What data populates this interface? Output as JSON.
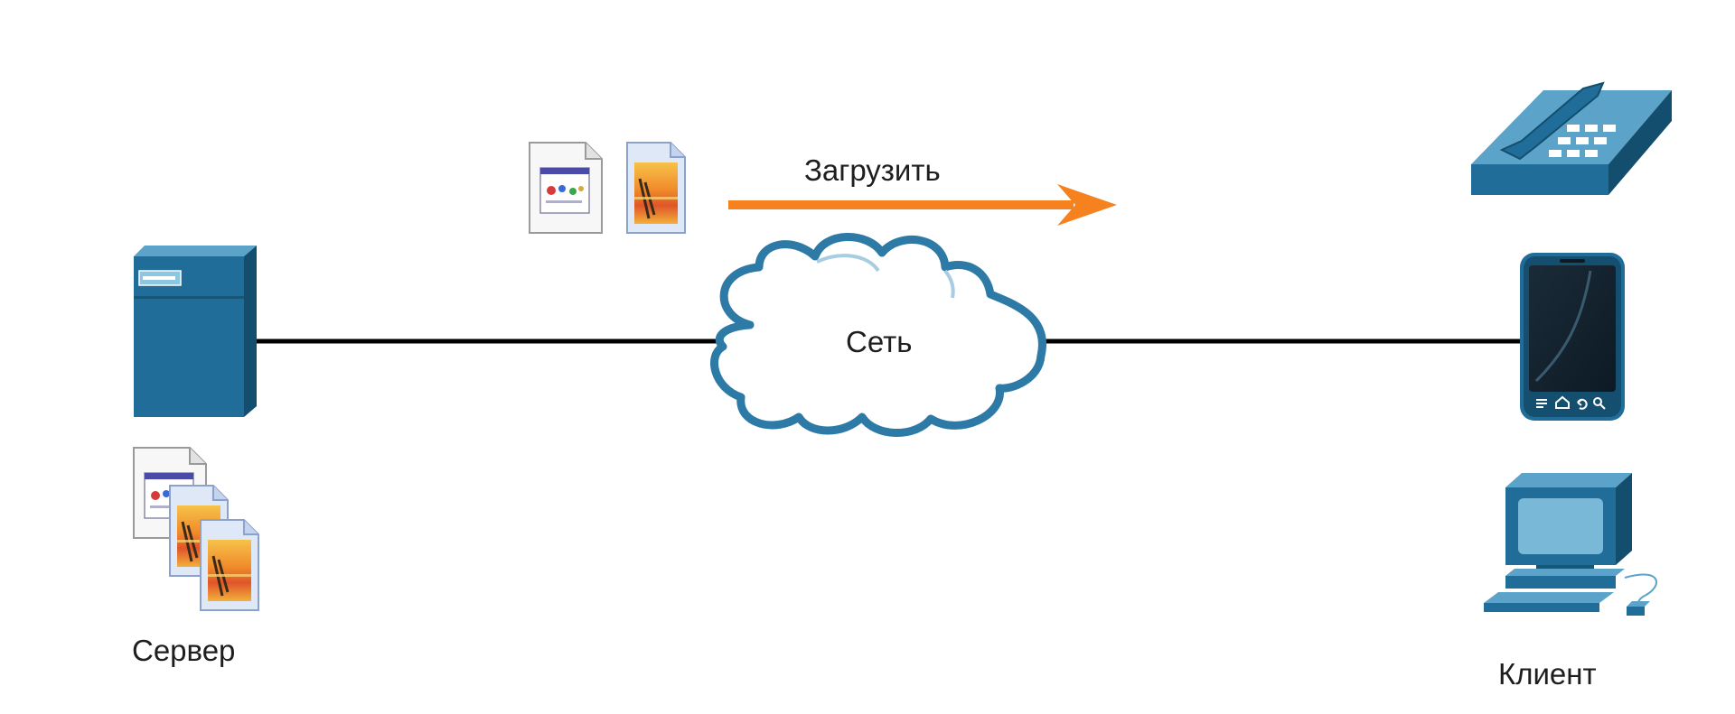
{
  "diagram": {
    "upload_label": "Загрузить",
    "network_label": "Сеть",
    "server_label": "Сервер",
    "client_label": "Клиент",
    "colors": {
      "device_blue": "#1f6d98",
      "device_blue_light": "#5ba3c8",
      "arrow_orange": "#f5821f",
      "line_black": "#000000",
      "cloud_outline": "#2d7aa6"
    },
    "icons": [
      "server-icon",
      "web-page-file-icon",
      "image-file-icon",
      "cloud-icon",
      "ip-phone-icon",
      "smartphone-icon",
      "desktop-computer-icon",
      "upload-arrow-icon"
    ]
  }
}
